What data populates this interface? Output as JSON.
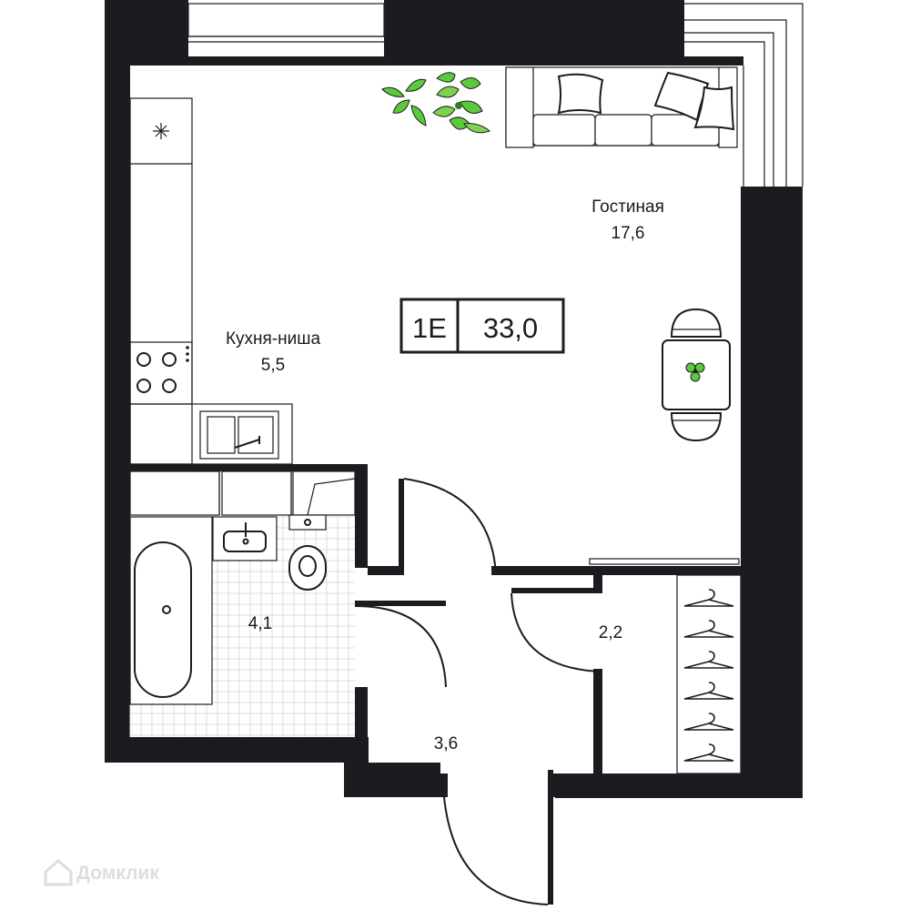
{
  "apartment": {
    "type_code": "1E",
    "total_area": "33,0"
  },
  "rooms": {
    "living": {
      "name": "Гостиная",
      "area": "17,6"
    },
    "kitchen": {
      "name": "Кухня-ниша",
      "area": "5,5"
    },
    "bathroom": {
      "area": "4,1"
    },
    "hall": {
      "area": "3,6"
    },
    "closet": {
      "area": "2,2"
    }
  },
  "watermark": {
    "text": "Домклик"
  },
  "colors": {
    "wall": "#1c1c20",
    "plant": "#5cc93c",
    "tile_grid": "#dcdce2",
    "background": "#ffffff"
  }
}
